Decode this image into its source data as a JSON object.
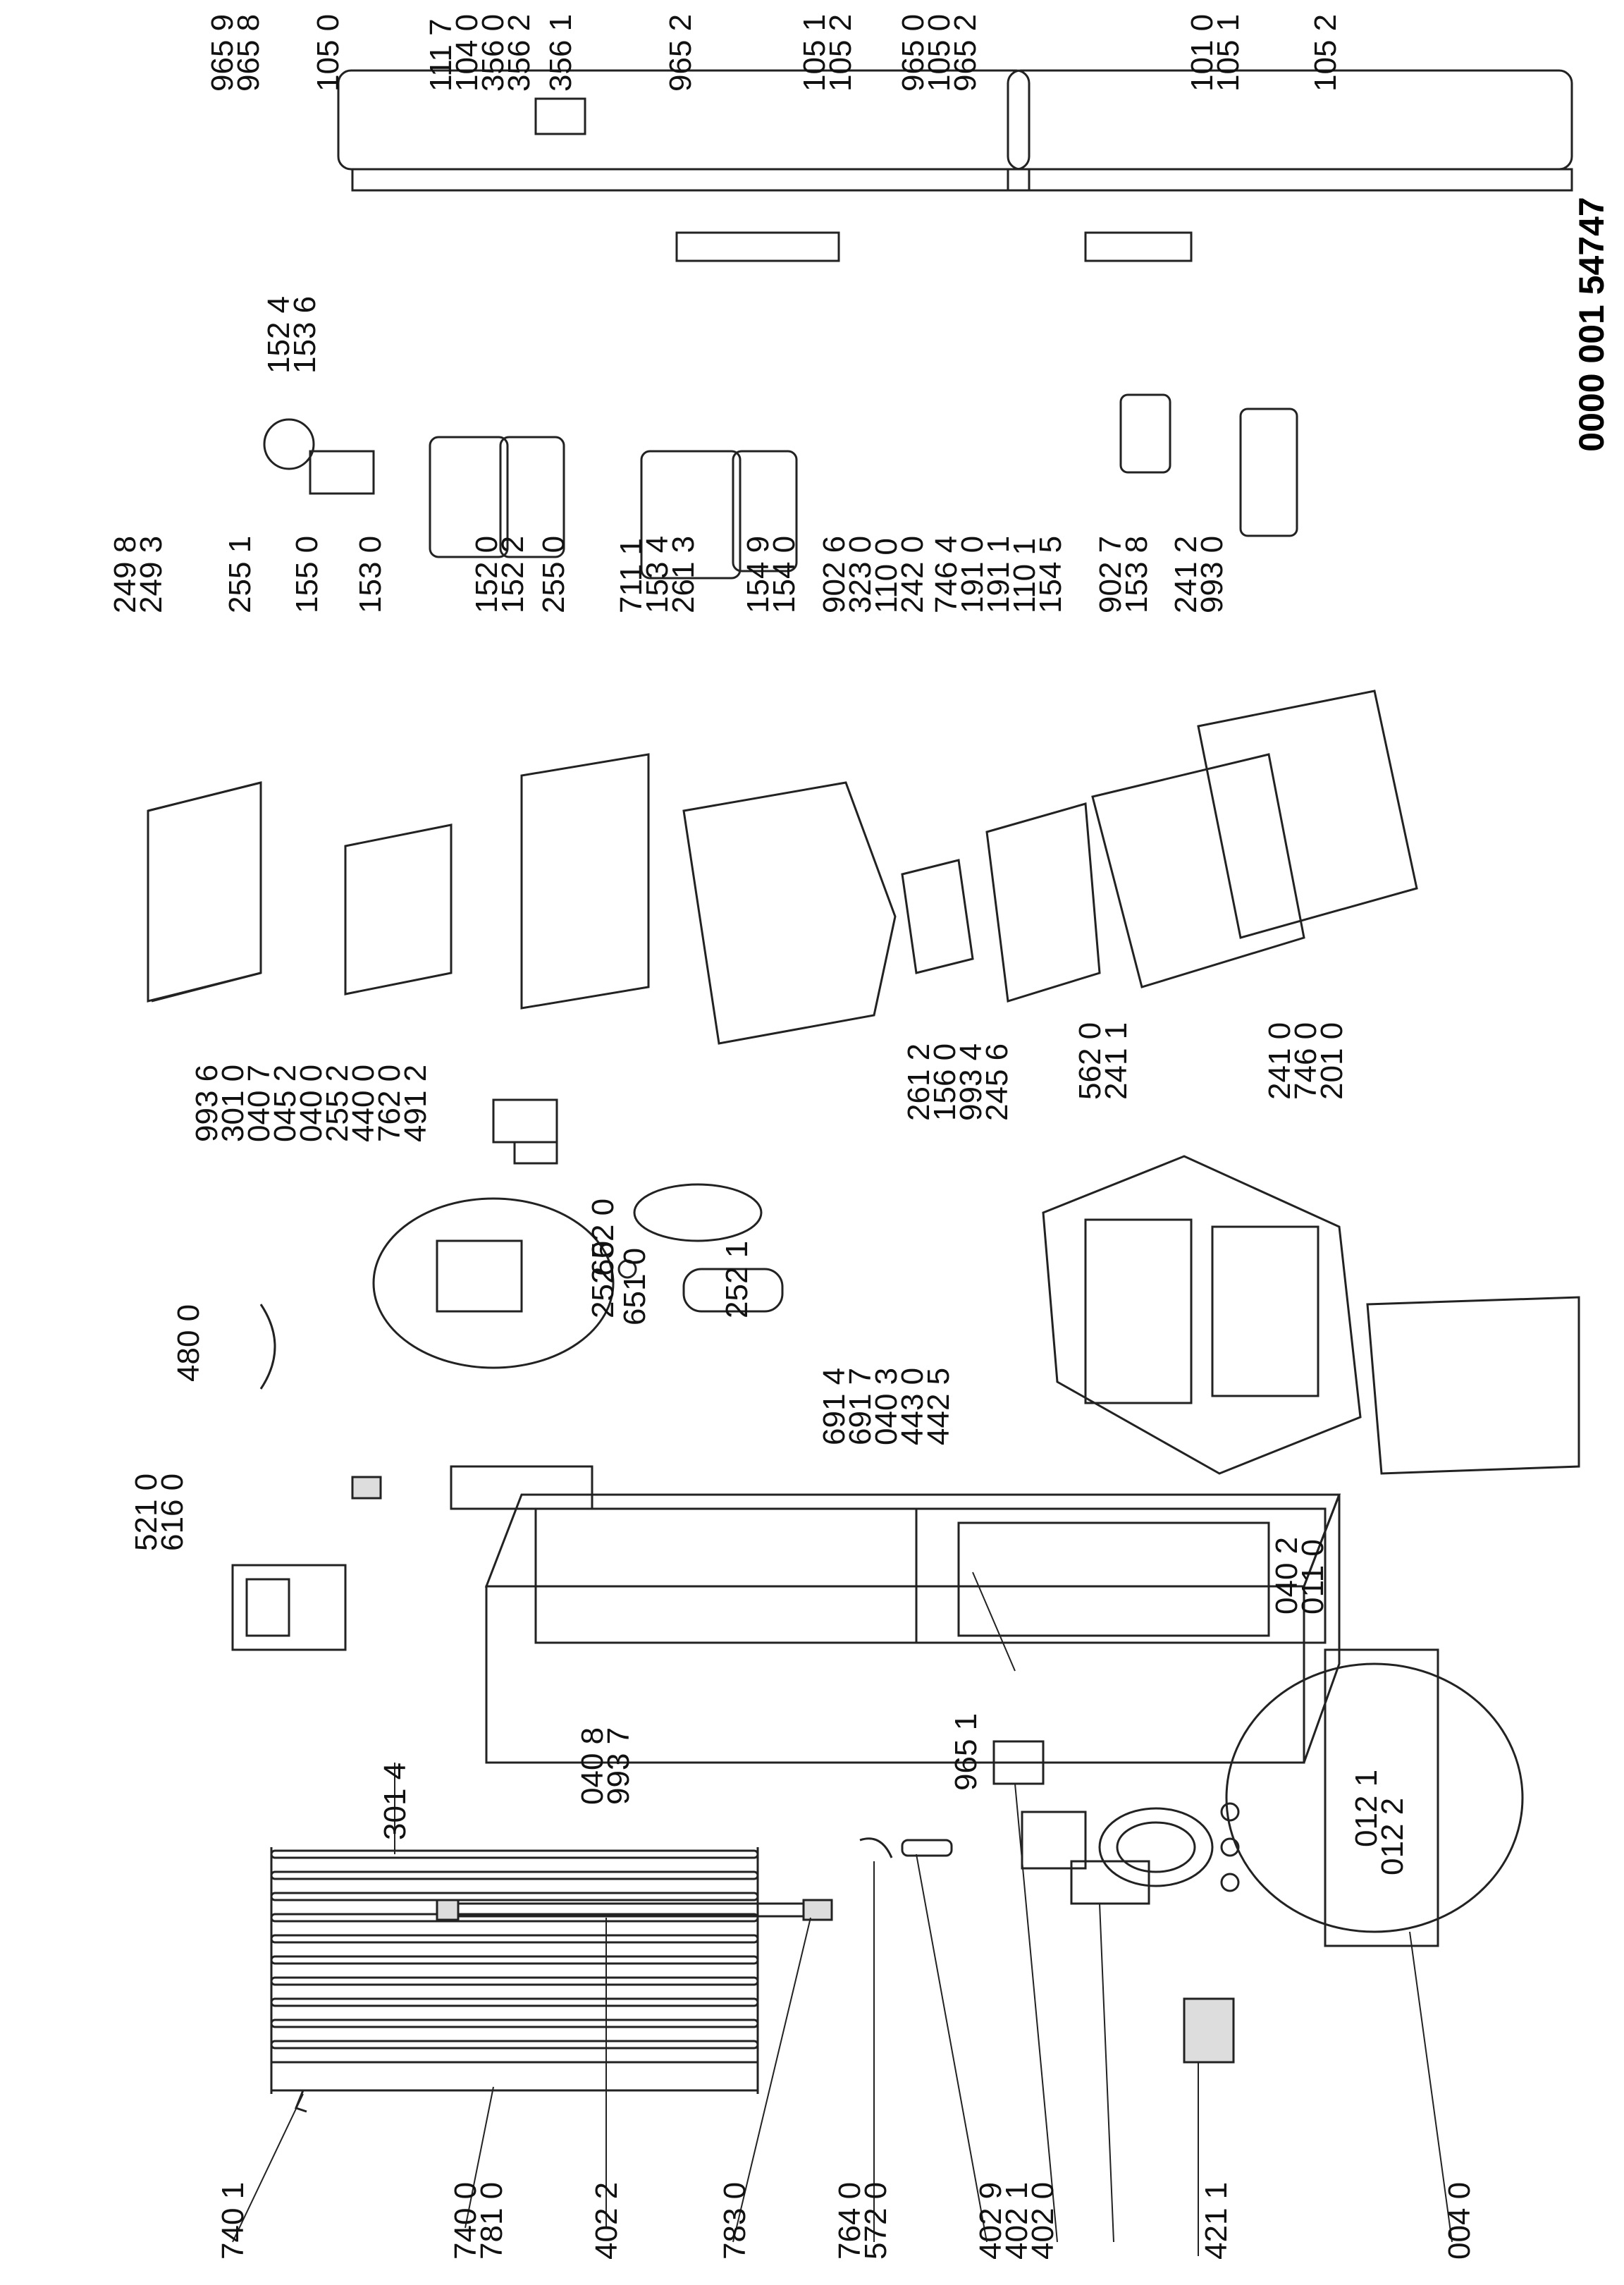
{
  "document_number": "0000 001 54747",
  "labels": [
    {
      "id": "l1",
      "text": "740 1"
    },
    {
      "id": "l2",
      "text": "740 0"
    },
    {
      "id": "l3",
      "text": "781 0"
    },
    {
      "id": "l4",
      "text": "402 2"
    },
    {
      "id": "l5",
      "text": "783 0"
    },
    {
      "id": "l6",
      "text": "764 0"
    },
    {
      "id": "l7",
      "text": "572 0"
    },
    {
      "id": "l8",
      "text": "402 9"
    },
    {
      "id": "l9",
      "text": "402 1"
    },
    {
      "id": "l10",
      "text": "402 0"
    },
    {
      "id": "l11",
      "text": "421 1"
    },
    {
      "id": "l12",
      "text": "004 0"
    },
    {
      "id": "l13",
      "text": "301 4"
    },
    {
      "id": "l14",
      "text": "040 8"
    },
    {
      "id": "l15",
      "text": "993 7"
    },
    {
      "id": "l16",
      "text": "965 1"
    },
    {
      "id": "l17",
      "text": "012 1"
    },
    {
      "id": "l18",
      "text": "012 2"
    },
    {
      "id": "l19",
      "text": "521 0"
    },
    {
      "id": "l20",
      "text": "616 0"
    },
    {
      "id": "l21",
      "text": "480 0"
    },
    {
      "id": "l22",
      "text": "993 6"
    },
    {
      "id": "l23",
      "text": "301 0"
    },
    {
      "id": "l24",
      "text": "040 7"
    },
    {
      "id": "l25",
      "text": "045 2"
    },
    {
      "id": "l26",
      "text": "040 0"
    },
    {
      "id": "l27",
      "text": "255 2"
    },
    {
      "id": "l28",
      "text": "440 0"
    },
    {
      "id": "l29",
      "text": "762 0"
    },
    {
      "id": "l30",
      "text": "491 2"
    },
    {
      "id": "l31",
      "text": "652 0"
    },
    {
      "id": "l32",
      "text": "252 0"
    },
    {
      "id": "l33",
      "text": "651 0"
    },
    {
      "id": "l34",
      "text": "252 1"
    },
    {
      "id": "l35",
      "text": "691 4"
    },
    {
      "id": "l36",
      "text": "691 7"
    },
    {
      "id": "l37",
      "text": "040 3"
    },
    {
      "id": "l38",
      "text": "443 0"
    },
    {
      "id": "l39",
      "text": "442 5"
    },
    {
      "id": "l40",
      "text": "040 2"
    },
    {
      "id": "l41",
      "text": "011 0"
    },
    {
      "id": "l42",
      "text": "249 8"
    },
    {
      "id": "l43",
      "text": "249 3"
    },
    {
      "id": "l44",
      "text": "255 1"
    },
    {
      "id": "l45",
      "text": "155 0"
    },
    {
      "id": "l46",
      "text": "153 0"
    },
    {
      "id": "l47",
      "text": "152 4"
    },
    {
      "id": "l48",
      "text": "153 6"
    },
    {
      "id": "l49",
      "text": "152 0"
    },
    {
      "id": "l50",
      "text": "152 2"
    },
    {
      "id": "l51",
      "text": "255 0"
    },
    {
      "id": "l52",
      "text": "711 1"
    },
    {
      "id": "l53",
      "text": "153 4"
    },
    {
      "id": "l54",
      "text": "261 3"
    },
    {
      "id": "l55",
      "text": "154 9"
    },
    {
      "id": "l56",
      "text": "154 0"
    },
    {
      "id": "l57",
      "text": "261 2"
    },
    {
      "id": "l58",
      "text": "156 0"
    },
    {
      "id": "l59",
      "text": "993 4"
    },
    {
      "id": "l60",
      "text": "245 6"
    },
    {
      "id": "l61",
      "text": "562 0"
    },
    {
      "id": "l62",
      "text": "241 1"
    },
    {
      "id": "l63",
      "text": "241 0"
    },
    {
      "id": "l64",
      "text": "746 0"
    },
    {
      "id": "l65",
      "text": "201 0"
    },
    {
      "id": "l66",
      "text": "902 6"
    },
    {
      "id": "l67",
      "text": "323 0"
    },
    {
      "id": "l68",
      "text": "110 0"
    },
    {
      "id": "l69",
      "text": "242 0"
    },
    {
      "id": "l70",
      "text": "746 4"
    },
    {
      "id": "l71",
      "text": "191 0"
    },
    {
      "id": "l72",
      "text": "191 1"
    },
    {
      "id": "l73",
      "text": "110 1"
    },
    {
      "id": "l74",
      "text": "154 5"
    },
    {
      "id": "l75",
      "text": "902 7"
    },
    {
      "id": "l76",
      "text": "153 8"
    },
    {
      "id": "l77",
      "text": "241 2"
    },
    {
      "id": "l78",
      "text": "993 0"
    },
    {
      "id": "l79",
      "text": "965 9"
    },
    {
      "id": "l80",
      "text": "965 8"
    },
    {
      "id": "l81",
      "text": "105 0"
    },
    {
      "id": "l82",
      "text": "111 7"
    },
    {
      "id": "l83",
      "text": "104 0"
    },
    {
      "id": "l84",
      "text": "356 0"
    },
    {
      "id": "l85",
      "text": "356 2"
    },
    {
      "id": "l86",
      "text": "356 1"
    },
    {
      "id": "l87",
      "text": "965 2"
    },
    {
      "id": "l88",
      "text": "105 1"
    },
    {
      "id": "l89",
      "text": "105 2"
    },
    {
      "id": "l90",
      "text": "965 0"
    },
    {
      "id": "l91",
      "text": "105 0"
    },
    {
      "id": "l92",
      "text": "965 2"
    },
    {
      "id": "l93",
      "text": "101 0"
    },
    {
      "id": "l94",
      "text": "105 1"
    },
    {
      "id": "l95",
      "text": "105 2"
    }
  ]
}
